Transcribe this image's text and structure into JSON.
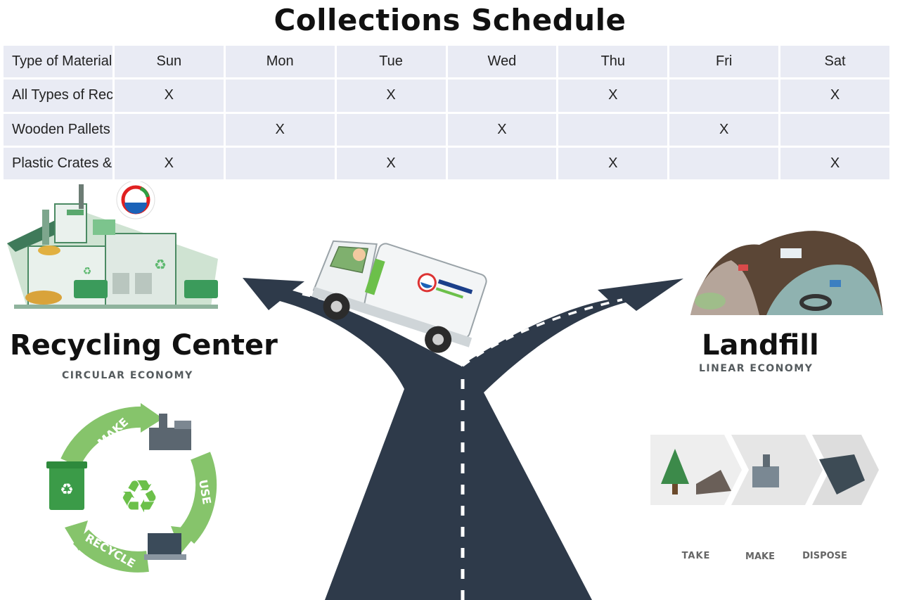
{
  "title": "Collections Schedule",
  "schedule": {
    "header": [
      "Type of Materials",
      "Sun",
      "Mon",
      "Tue",
      "Wed",
      "Thu",
      "Fri",
      "Sat"
    ],
    "rows": [
      {
        "material": "All Types of Recyclables",
        "days": [
          "X",
          "",
          "X",
          "",
          "X",
          "",
          "X"
        ]
      },
      {
        "material": "Wooden Pallets",
        "days": [
          "",
          "X",
          "",
          "X",
          "",
          "X",
          ""
        ]
      },
      {
        "material": "Plastic Crates & Foam",
        "days": [
          "X",
          "",
          "X",
          "",
          "X",
          "",
          "X"
        ]
      }
    ]
  },
  "left": {
    "heading": "Recycling Center",
    "subheading": "CIRCULAR ECONOMY",
    "cycle_labels": [
      "MAKE",
      "USE",
      "RECYCLE"
    ]
  },
  "right": {
    "heading": "Landfill",
    "subheading": "LINEAR ECONOMY",
    "steps": [
      "TAKE",
      "MAKE",
      "DISPOSE"
    ]
  },
  "icons": {
    "road": "forked-road-icon",
    "truck": "garbage-truck-icon",
    "factory": "recycling-plant-icon",
    "landfill": "landfill-pile-icon",
    "logo": "company-logo-icon",
    "recycle": "recycle-symbol-icon",
    "bin": "recycle-bin-icon",
    "tree": "tree-icon",
    "laptop": "laptop-icon"
  },
  "colors": {
    "road": "#2e3a4a",
    "accent_green": "#6cc04a",
    "table_bg": "#e9ebf4"
  }
}
